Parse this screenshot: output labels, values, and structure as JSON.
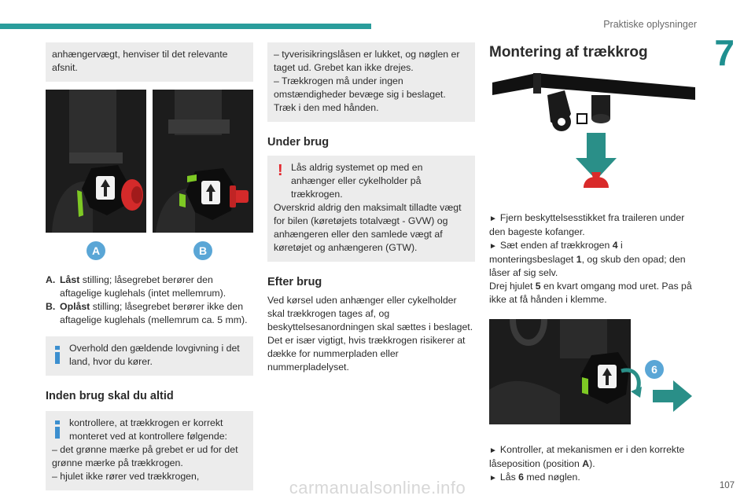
{
  "header": {
    "running_head": "Praktiske oplysninger",
    "chapter": "7",
    "page_number": "107"
  },
  "watermark": "carmanualsonline.info",
  "col1": {
    "top_note": "anhængervægt, henviser til det relevante afsnit.",
    "img_label_a": "A",
    "img_label_b": "B",
    "def_a_key": "A.",
    "def_a_bold": "Låst",
    "def_a_text": " stilling; låsegrebet berører den aftagelige kuglehals (intet mellemrum).",
    "def_b_key": "B.",
    "def_b_bold": "Oplåst",
    "def_b_text": " stilling; låsegrebet berører ikke den aftagelige kuglehals (mellemrum ca. 5 mm).",
    "info1": "Overhold den gældende lovgivning i det land, hvor du kører.",
    "heading": "Inden brug skal du altid",
    "info2_first": "kontrollere, at trækkrogen er korrekt monteret ved at kontrollere følgende:",
    "info2_dash1": "–  det grønne mærke på grebet er ud for det grønne mærke på trækkrogen.",
    "info2_dash2": "–  hjulet ikke rører ved trækkrogen,"
  },
  "col2": {
    "box_dash1": "–  tyverisikringslåsen er lukket, og nøglen er taget ud. Grebet kan ikke drejes.",
    "box_dash2": "–  Trækkrogen må under ingen omstændigheder bevæge sig i beslaget. Træk i den med hånden.",
    "heading_use": "Under brug",
    "warn_first": "Lås aldrig systemet op med en anhænger eller cykelholder på trækkrogen.",
    "warn_second": "Overskrid aldrig den maksimalt tilladte vægt for bilen (køretøjets totalvægt - GVW) og anhængeren eller den samlede vægt af køretøjet og anhængeren (GTW).",
    "heading_after": "Efter brug",
    "after_text": "Ved kørsel uden anhænger eller cykelholder skal trækkrogen tages af, og beskyttelsesanordningen skal sættes i beslaget. Det er især vigtigt, hvis trækkrogen risikerer at dække for nummerpladen eller nummerpladelyset."
  },
  "col3": {
    "title": "Montering af trækkrog",
    "step1": "Fjern beskyttelsesstikket fra traileren under den bageste kofanger.",
    "step2_pre": "Sæt enden af trækkrogen ",
    "step2_b1": "4",
    "step2_mid": " i monteringsbeslaget ",
    "step2_b2": "1",
    "step2_post": ", og skub den opad; den låser af sig selv.",
    "step2_cont_pre": "Drej hjulet ",
    "step2_cont_b": "5",
    "step2_cont_post": " en kvart omgang mod uret. Pas på ikke at få hånden i klemme.",
    "img2_label": "6",
    "step3_pre": "Kontroller, at mekanismen er i den korrekte låseposition (position ",
    "step3_b": "A",
    "step3_post": ").",
    "step4_pre": "Lås ",
    "step4_b": "6",
    "step4_post": " med nøglen.",
    "arrow": "►"
  },
  "colors": {
    "accent": "#2a9d9c",
    "info": "#3c8fcf",
    "warning": "#e3262d",
    "label_circle": "#5aa6d6"
  }
}
